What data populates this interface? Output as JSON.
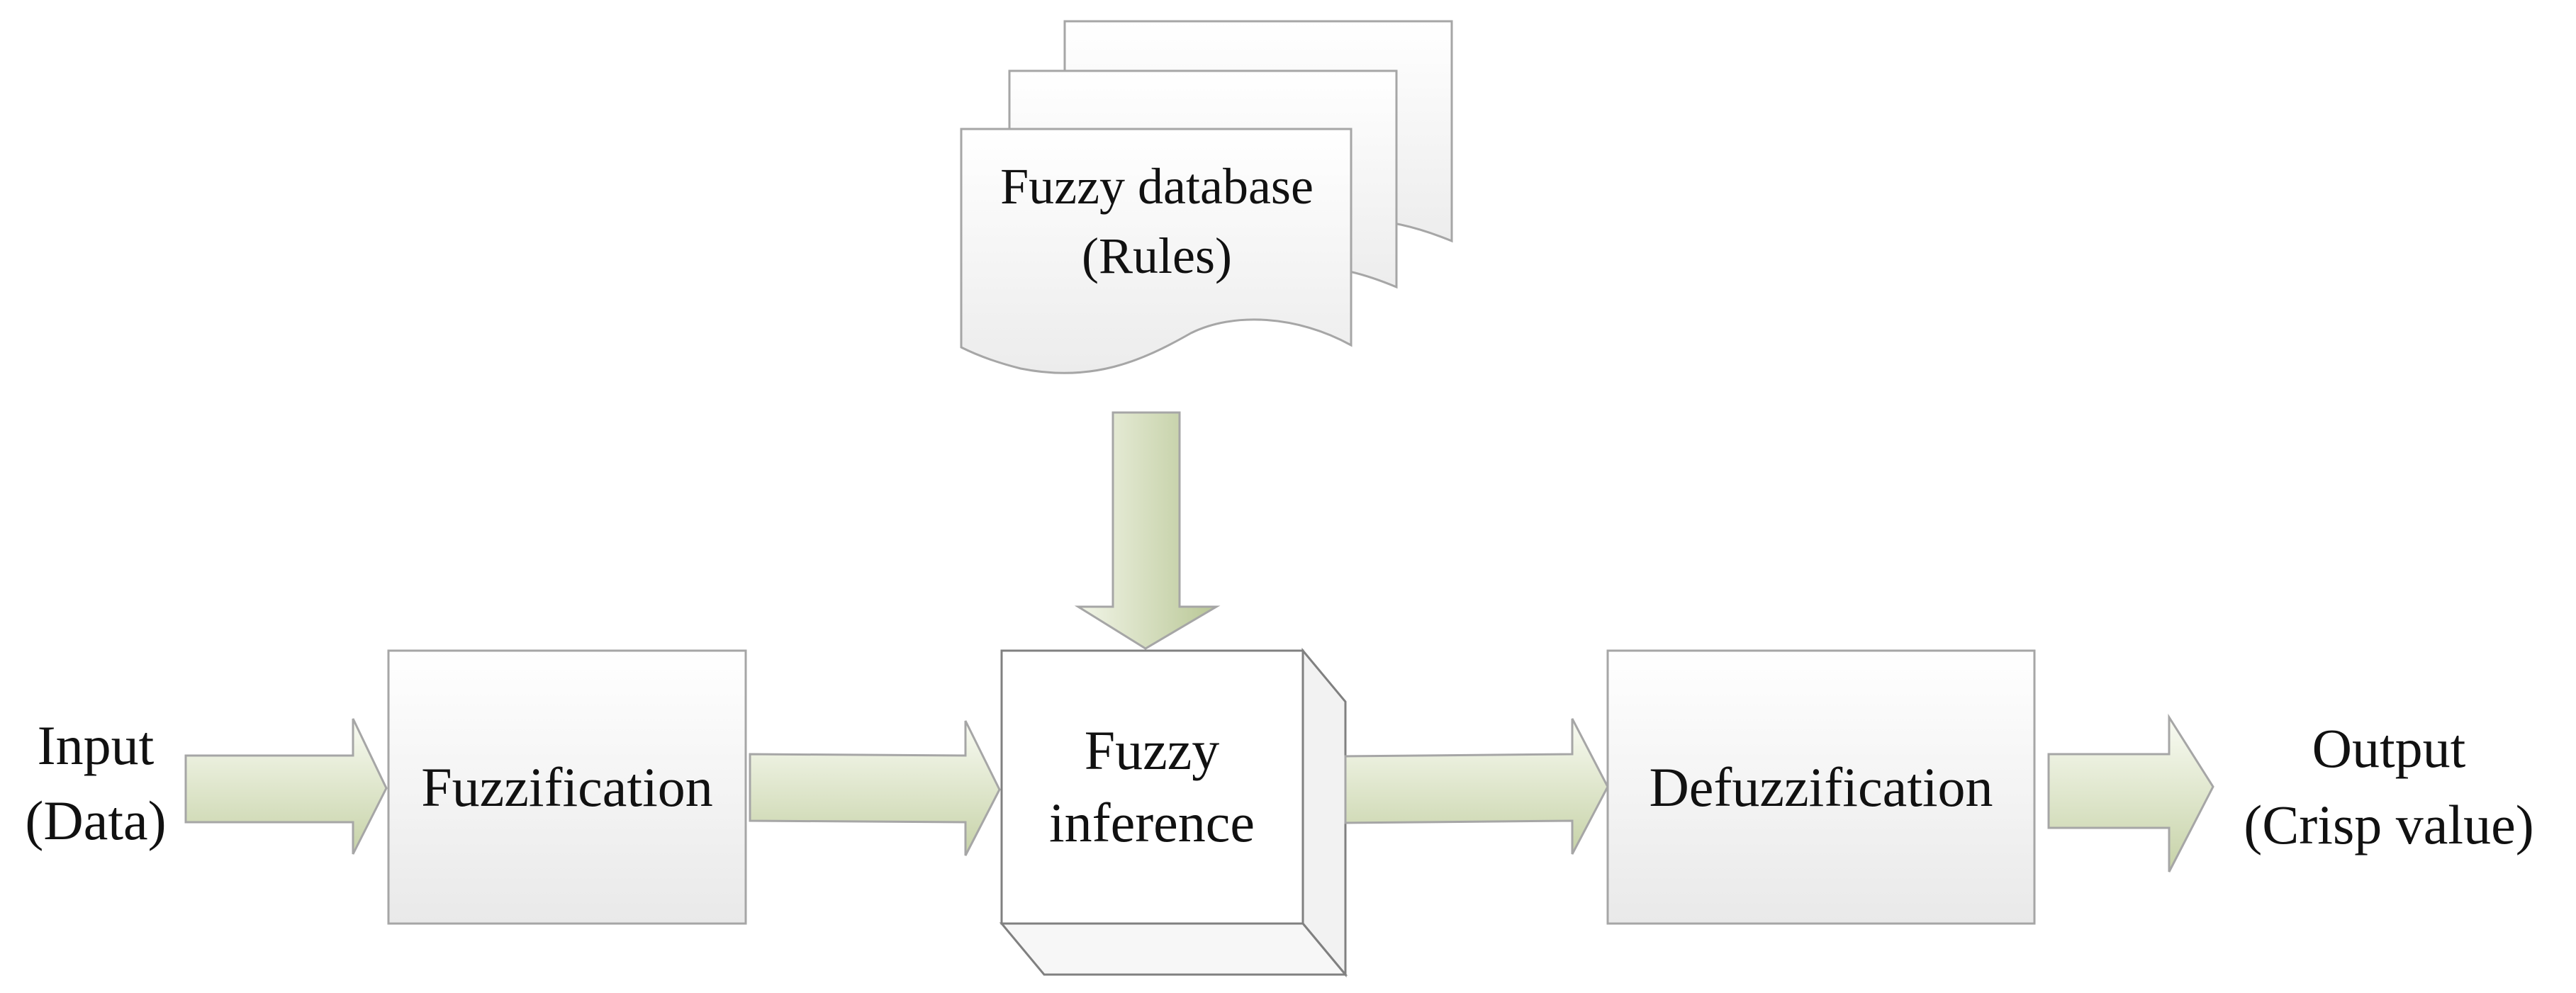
{
  "input": {
    "line1": "Input",
    "line2": "(Data)"
  },
  "fuzzification": {
    "label": "Fuzzification"
  },
  "database": {
    "line1": "Fuzzy database",
    "line2": "(Rules)"
  },
  "inference": {
    "line1": "Fuzzy",
    "line2": "inference"
  },
  "defuzzification": {
    "label": "Defuzzification"
  },
  "output": {
    "line1": "Output",
    "line2": "(Crisp value)"
  },
  "colors": {
    "arrow_fill_light": "#f9fbf3",
    "arrow_fill_dark": "#c6d2a7",
    "box_fill_light": "#ffffff",
    "box_fill_dark": "#e9e9e9",
    "stroke": "#a6a6a6"
  }
}
